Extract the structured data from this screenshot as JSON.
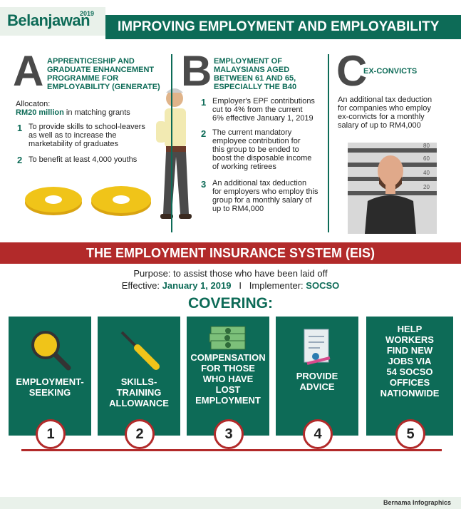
{
  "header": {
    "logo": "Belanjawan",
    "logo_year": "2019",
    "title": "IMPROVING EMPLOYMENT AND EMPLOYABILITY"
  },
  "section_a": {
    "letter": "A",
    "heading": [
      "APPRENTICESHIP AND",
      "GRADUATE ENHANCEMENT",
      "PROGRAMME FOR",
      "EMPLOYABILITY (GENERATE)"
    ],
    "allocation_label": "Allocaton:",
    "allocation_amount": "RM20 million",
    "allocation_rest": "in matching grants",
    "items": [
      {
        "num": "1",
        "lines": [
          "To provide skills to school-leavers",
          "as well as to increase the",
          "marketability of graduates"
        ]
      },
      {
        "num": "2",
        "lines": [
          "To benefit at least 4,000 youths"
        ]
      }
    ]
  },
  "section_b": {
    "letter": "B",
    "heading": [
      "EMPLOYMENT OF",
      "MALAYSIANS AGED",
      "BETWEEN 61 AND 65,",
      "ESPECIALLY THE B40"
    ],
    "items": [
      {
        "num": "1",
        "lines": [
          "Employer's EPF contributions",
          "cut to 4% from the current",
          "6% effective January 1, 2019"
        ]
      },
      {
        "num": "2",
        "lines": [
          "The current mandatory",
          "employee contribution for",
          "this group to be ended to",
          "boost the disposable income",
          "of working retirees"
        ]
      },
      {
        "num": "3",
        "lines": [
          "An additional tax deduction",
          "for employers who employ this",
          "group for a monthly salary of",
          "up to RM4,000"
        ]
      }
    ]
  },
  "section_c": {
    "letter": "C",
    "heading": "EX-CONVICTS",
    "lines": [
      "An additional tax deduction",
      "for companies who employ",
      "ex-convicts for a monthly",
      "salary of up to RM4,000"
    ],
    "height_marks": [
      "80",
      "60",
      "40",
      "20"
    ]
  },
  "eis": {
    "title": "THE EMPLOYMENT INSURANCE SYSTEM (EIS)",
    "purpose": "Purpose: to assist those who have been laid off",
    "effective_label": "Effective:",
    "effective_value": "January 1, 2019",
    "separator": "I",
    "implementer_label": "Implementer:",
    "implementer_value": "SOCSO",
    "covering": "COVERING:"
  },
  "cards": [
    {
      "num": "1",
      "icon": "magnifier-icon",
      "lines": [
        "EMPLOYMENT-",
        "SEEKING"
      ]
    },
    {
      "num": "2",
      "icon": "screwdriver-icon",
      "lines": [
        "SKILLS-",
        "TRAINING",
        "ALLOWANCE"
      ]
    },
    {
      "num": "3",
      "icon": "money-icon",
      "lines": [
        "COMPENSATION",
        "FOR THOSE",
        "WHO HAVE",
        "LOST",
        "EMPLOYMENT"
      ]
    },
    {
      "num": "4",
      "icon": "document-icon",
      "lines": [
        "PROVIDE",
        "ADVICE"
      ]
    },
    {
      "num": "5",
      "icon": "",
      "lines": [
        "HELP",
        "WORKERS",
        "FIND NEW",
        "JOBS VIA",
        "54 SOCSO",
        "OFFICES",
        "NATIONWIDE"
      ]
    }
  ],
  "footer": {
    "credit": "Bernama Infographics"
  },
  "colors": {
    "green": "#0d6b57",
    "red": "#b22a2a",
    "gold": "#f0c419",
    "light": "#e9f1ea"
  }
}
